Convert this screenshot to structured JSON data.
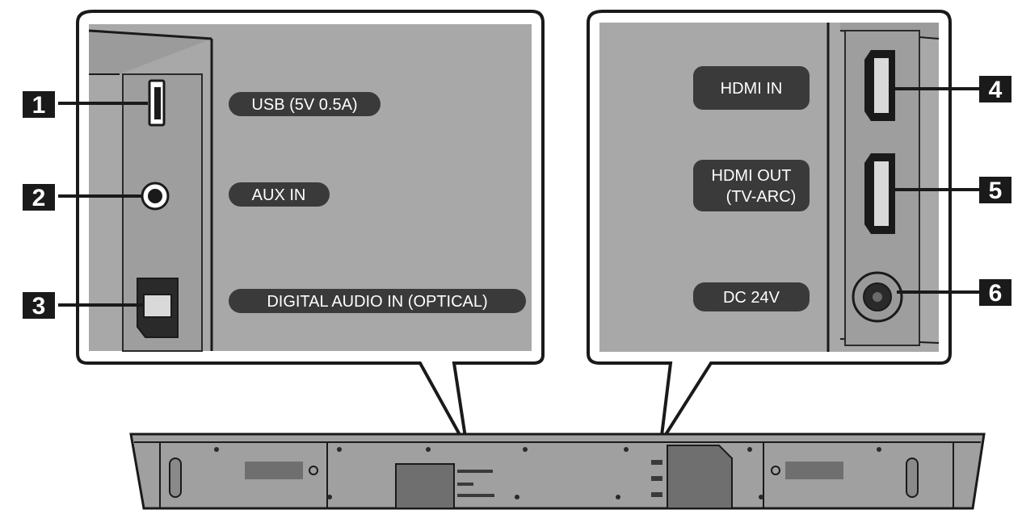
{
  "colors": {
    "panel": "#a6a6a6",
    "panel_dark": "#8f8f8f",
    "pill": "#3a3a3a",
    "line": "#1a1a1a",
    "bar": "#9a9a9a",
    "bar_dark": "#6f6f6f"
  },
  "callouts": [
    {
      "number": "1",
      "label": "USB (5V 0.5A)",
      "icon": "usb-port-icon"
    },
    {
      "number": "2",
      "label": "AUX IN",
      "icon": "aux-jack-icon"
    },
    {
      "number": "3",
      "label": "DIGITAL AUDIO IN (OPTICAL)",
      "icon": "optical-port-icon"
    },
    {
      "number": "4",
      "label": "HDMI IN",
      "icon": "hdmi-port-icon"
    },
    {
      "number": "5",
      "label_line1": "HDMI OUT",
      "label_line2": "(TV-ARC)",
      "icon": "hdmi-port-icon"
    },
    {
      "number": "6",
      "label": "DC 24V",
      "icon": "dc-jack-icon"
    }
  ]
}
